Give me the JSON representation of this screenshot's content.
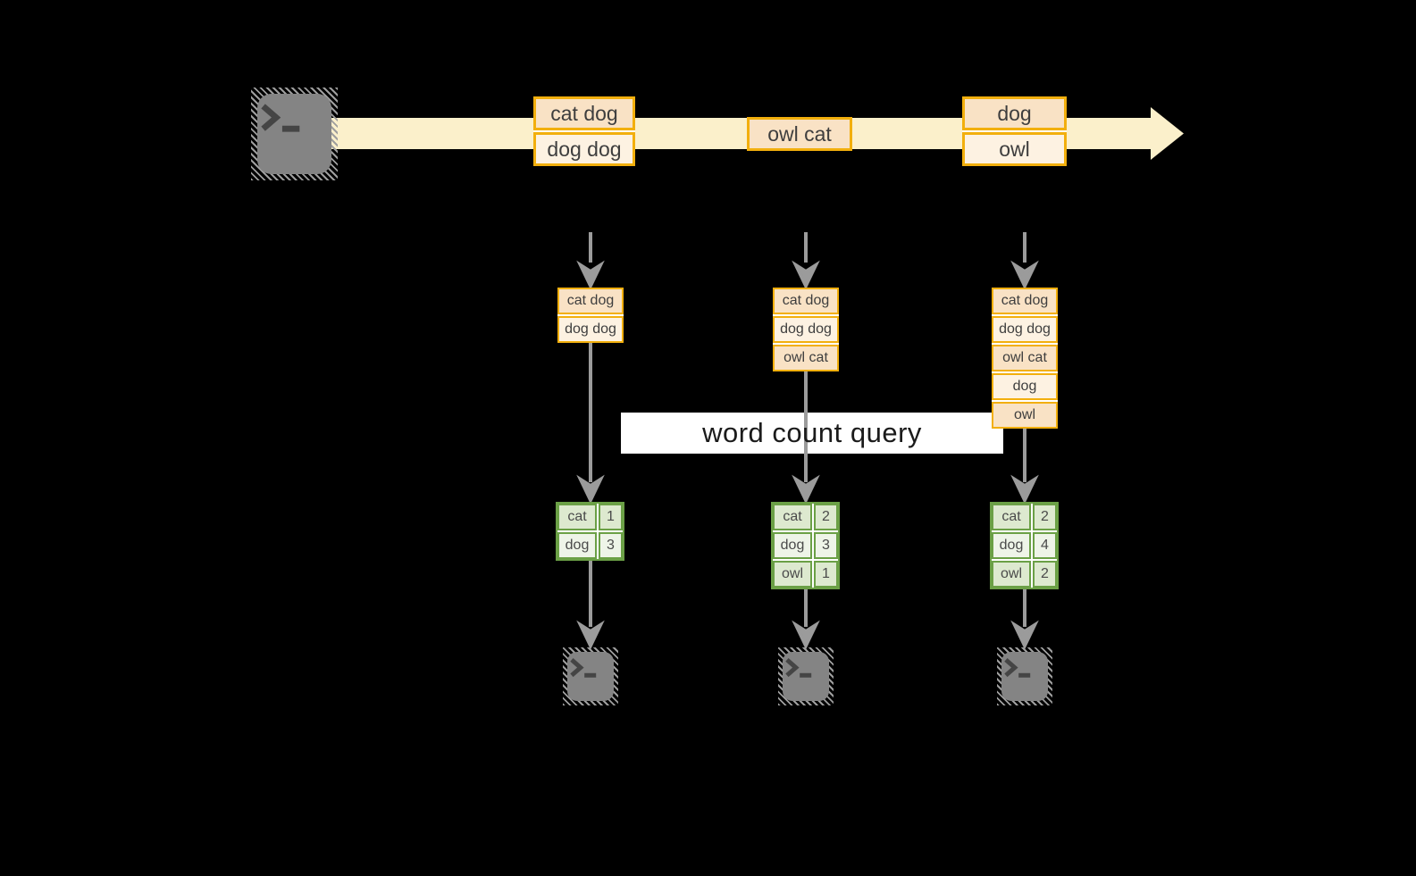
{
  "label": {
    "text": "word count query"
  },
  "stream": {
    "events": [
      {
        "lines": [
          "cat dog",
          "dog dog"
        ]
      },
      {
        "lines": [
          "owl cat"
        ]
      },
      {
        "lines": [
          "dog",
          "owl"
        ]
      }
    ]
  },
  "stacks": [
    {
      "rows": [
        "cat dog",
        "dog dog"
      ]
    },
    {
      "rows": [
        "cat dog",
        "dog dog",
        "owl cat"
      ]
    },
    {
      "rows": [
        "cat dog",
        "dog dog",
        "owl cat",
        "dog",
        "owl"
      ]
    }
  ],
  "tables": [
    {
      "rows": [
        {
          "word": "cat",
          "count": "1"
        },
        {
          "word": "dog",
          "count": "3"
        }
      ]
    },
    {
      "rows": [
        {
          "word": "cat",
          "count": "2"
        },
        {
          "word": "dog",
          "count": "3"
        },
        {
          "word": "owl",
          "count": "1"
        }
      ]
    },
    {
      "rows": [
        {
          "word": "cat",
          "count": "2"
        },
        {
          "word": "dog",
          "count": "4"
        },
        {
          "word": "owl",
          "count": "2"
        }
      ]
    }
  ],
  "icons": {
    "source": "terminal-icon",
    "sinks": [
      "terminal-icon",
      "terminal-icon",
      "terminal-icon"
    ],
    "terminal_glyph": ">_"
  },
  "colors": {
    "background": "#000000",
    "stream_band": "#fbf0cb",
    "event_border": "#f2af0d",
    "event_fill_dark": "#f9e2c5",
    "event_fill_light": "#fdf2e2",
    "table_border": "#6ba046",
    "table_fill_dark": "#dde9cf",
    "table_fill_light": "#eef4e8",
    "arrow": "#9b9b9b",
    "terminal": "#848484",
    "label_background": "#ffffff",
    "label_text": "#1b1b1b"
  }
}
